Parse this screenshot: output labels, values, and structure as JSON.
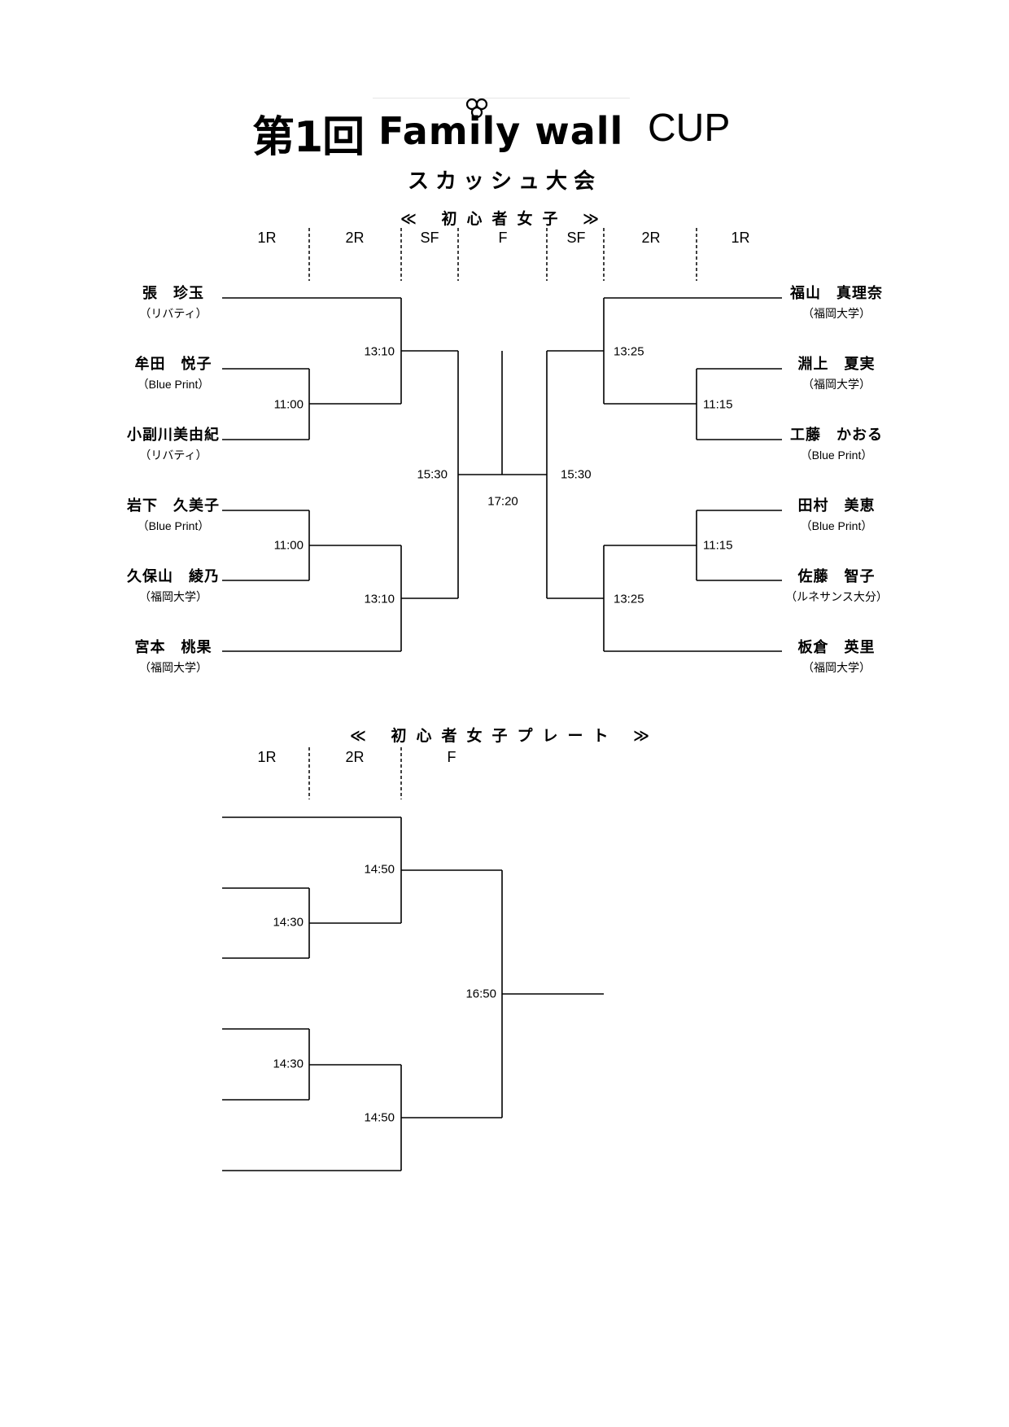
{
  "title": {
    "prefix": "第1回",
    "brand": "Family wall",
    "suffix": "CUP",
    "subtitle": "スカッシュ大会"
  },
  "main_bracket": {
    "heading": "≪ 初心者女子 ≫",
    "rounds": [
      "1R",
      "2R",
      "SF",
      "F",
      "SF",
      "2R",
      "1R"
    ],
    "left_players": [
      {
        "name": "張　珍玉",
        "team": "（リバティ）"
      },
      {
        "name": "牟田　悦子",
        "team": "（Blue Print）"
      },
      {
        "name": "小副川美由紀",
        "team": "（リバティ）"
      },
      {
        "name": "岩下　久美子",
        "team": "（Blue Print）"
      },
      {
        "name": "久保山　綾乃",
        "team": "（福岡大学）"
      },
      {
        "name": "宮本　桃果",
        "team": "（福岡大学）"
      }
    ],
    "right_players": [
      {
        "name": "福山　真理奈",
        "team": "（福岡大学）"
      },
      {
        "name": "淵上　夏実",
        "team": "（福岡大学）"
      },
      {
        "name": "工藤　かおる",
        "team": "（Blue Print）"
      },
      {
        "name": "田村　美恵",
        "team": "（Blue Print）"
      },
      {
        "name": "佐藤　智子",
        "team": "（ルネサンス大分）"
      },
      {
        "name": "板倉　英里",
        "team": "（福岡大学）"
      }
    ],
    "times": {
      "l_2r_top": "13:10",
      "l_1r_top": "11:00",
      "l_sf": "15:30",
      "l_1r_bot": "11:00",
      "l_2r_bot": "13:10",
      "final": "17:20",
      "r_2r_top": "13:25",
      "r_1r_top": "11:15",
      "r_sf": "15:30",
      "r_1r_bot": "11:15",
      "r_2r_bot": "13:25"
    }
  },
  "plate_bracket": {
    "heading": "≪ 初心者女子プレート ≫",
    "rounds": [
      "1R",
      "2R",
      "F"
    ],
    "times": {
      "p_2r_top": "14:50",
      "p_1r_top": "14:30",
      "p_final": "16:50",
      "p_1r_bot": "14:30",
      "p_2r_bot": "14:50"
    }
  }
}
